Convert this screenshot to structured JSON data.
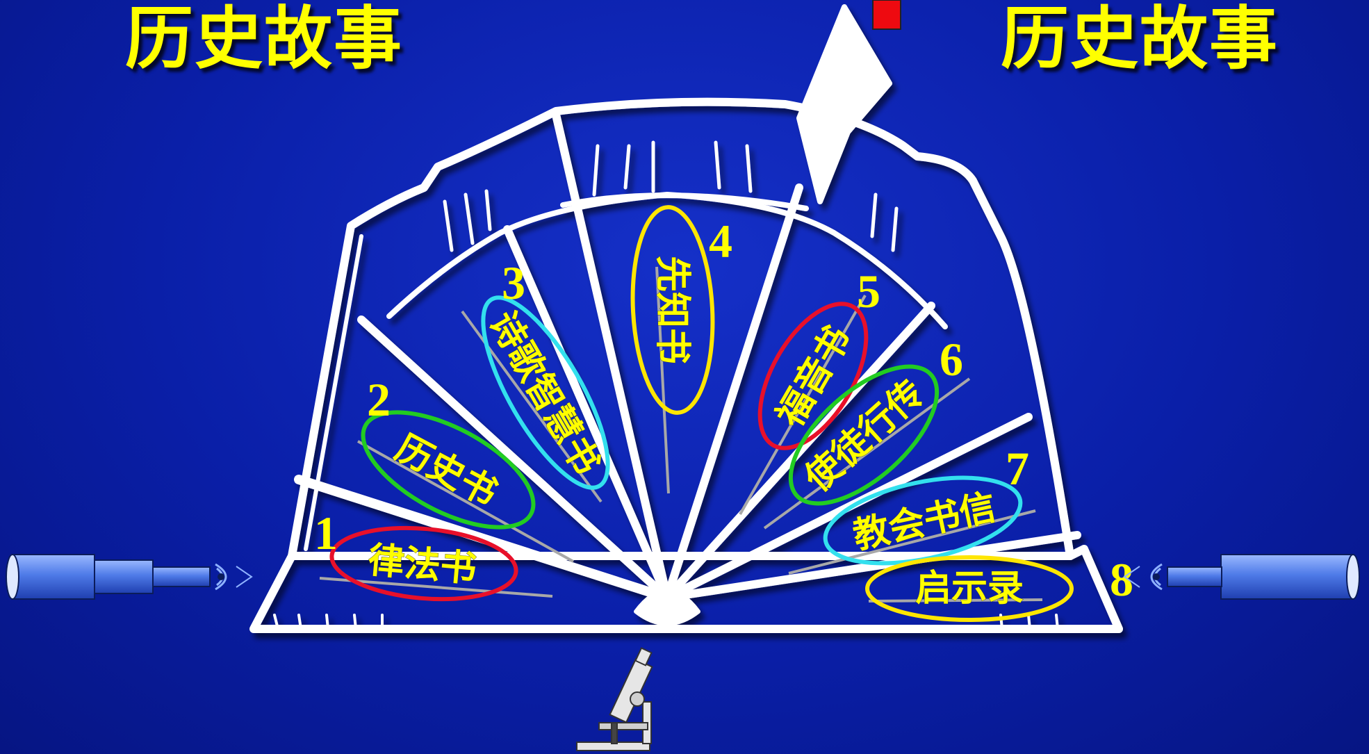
{
  "title_left": "历史故事",
  "title_right": "历史故事",
  "accent_color": "#ffff00",
  "background_color": "#0a1fa8",
  "segments": [
    {
      "number": "1",
      "label": "律法书",
      "ring_color": "#e8102a"
    },
    {
      "number": "2",
      "label": "历史书",
      "ring_color": "#22cc22"
    },
    {
      "number": "3",
      "label": "诗歌智慧书",
      "ring_color": "#33e0ee"
    },
    {
      "number": "4",
      "label": "先知书",
      "ring_color": "#ffe600"
    },
    {
      "number": "5",
      "label": "福音书",
      "ring_color": "#e8102a"
    },
    {
      "number": "6",
      "label": "使徒行传",
      "ring_color": "#22cc22"
    },
    {
      "number": "7",
      "label": "教会书信",
      "ring_color": "#33e0ee"
    },
    {
      "number": "8",
      "label": "启示录",
      "ring_color": "#ffe600"
    }
  ],
  "icons": [
    "telescope-left-icon",
    "telescope-right-icon",
    "microscope-icon",
    "red-bookmark-icon"
  ]
}
